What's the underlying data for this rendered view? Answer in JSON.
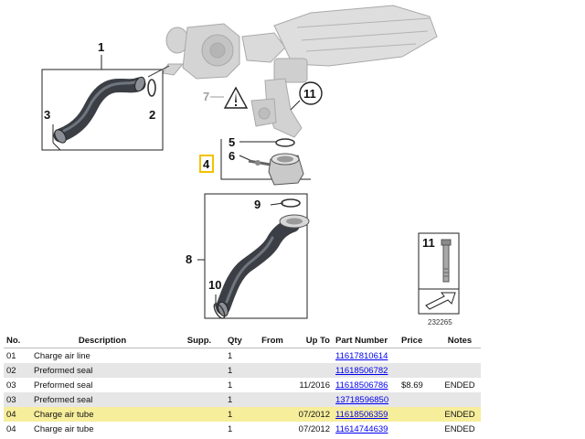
{
  "diagram": {
    "callouts": [
      "1",
      "2",
      "3",
      "4",
      "5",
      "6",
      "7",
      "8",
      "9",
      "10",
      "11"
    ],
    "inset_label": "11",
    "image_number": "232265",
    "colors": {
      "hose": "#3b3f45",
      "hose_highlight": "#6f757d",
      "engine": "#cfcfcf",
      "frame": "#222222",
      "highlight_box": "#f2c200"
    }
  },
  "table": {
    "headers": {
      "no": "No.",
      "description": "Description",
      "supp": "Supp.",
      "qty": "Qty",
      "from": "From",
      "up_to": "Up To",
      "part_number": "Part Number",
      "price": "Price",
      "notes": "Notes"
    },
    "rows": [
      {
        "no": "01",
        "description": "Charge air line",
        "supp": "",
        "qty": "1",
        "from": "",
        "up_to": "",
        "part_number": "11617810614",
        "price": "",
        "notes": ""
      },
      {
        "no": "02",
        "description": "Preformed seal",
        "supp": "",
        "qty": "1",
        "from": "",
        "up_to": "",
        "part_number": "11618506782",
        "price": "",
        "notes": ""
      },
      {
        "no": "03",
        "description": "Preformed seal",
        "supp": "",
        "qty": "1",
        "from": "",
        "up_to": "11/2016",
        "part_number": "11618506786",
        "price": "$8.69",
        "notes": "ENDED"
      },
      {
        "no": "03",
        "description": "Preformed seal",
        "supp": "",
        "qty": "1",
        "from": "",
        "up_to": "",
        "part_number": "13718596850",
        "price": "",
        "notes": ""
      },
      {
        "no": "04",
        "description": "Charge air tube",
        "supp": "",
        "qty": "1",
        "from": "",
        "up_to": "07/2012",
        "part_number": "11618506359",
        "price": "",
        "notes": "ENDED"
      },
      {
        "no": "04",
        "description": "Charge air tube",
        "supp": "",
        "qty": "1",
        "from": "",
        "up_to": "07/2012",
        "part_number": "11614744639",
        "price": "",
        "notes": "ENDED"
      }
    ]
  }
}
